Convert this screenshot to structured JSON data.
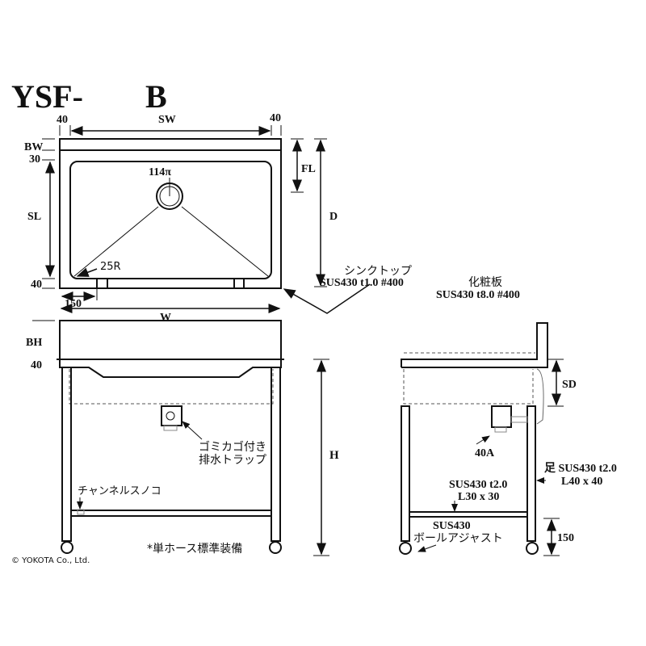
{
  "title": {
    "model": "YSF-",
    "suffix": "B"
  },
  "top_view": {
    "dim_left": "40",
    "dim_sw": "SW",
    "dim_right": "40",
    "dim_bw": "BW",
    "dim_30": "30",
    "dim_sl": "SL",
    "dim_bottom": "40",
    "drain": "114π",
    "corner_radius": "25R",
    "dim_150": "150",
    "dim_w": "W",
    "dim_fl": "FL",
    "dim_d": "D"
  },
  "callouts": {
    "sink_top_name": "シンクトップ",
    "sink_top_spec": "SUS430 t1.0 #400",
    "panel_name": "化粧板",
    "panel_spec": "SUS430 t8.0 #400",
    "trap_1": "ゴミカゴ付き",
    "trap_2": "排水トラップ",
    "shelf": "チャンネルスノコ",
    "hose_note": "*単ホース標準装備",
    "drain_size": "40A",
    "leg_1": "足 SUS430 t2.0",
    "leg_2": "L40 x 40",
    "frame_1": "SUS430 t2.0",
    "frame_2": "L30 x 30",
    "adjuster_1": "SUS430",
    "adjuster_2": "ボールアジャスト"
  },
  "front_view": {
    "dim_bh": "BH",
    "dim_40": "40",
    "dim_h": "H"
  },
  "side_view": {
    "dim_sd": "SD",
    "dim_150": "150"
  },
  "copyright": "© YOKOTA Co., Ltd."
}
